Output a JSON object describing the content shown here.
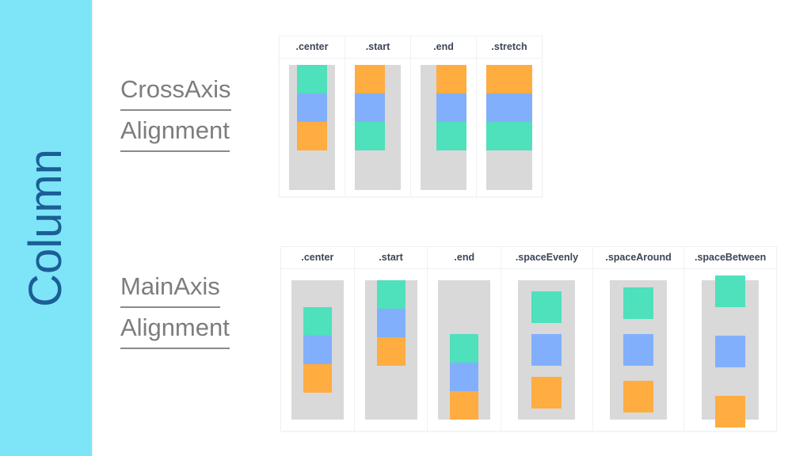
{
  "sidebar": {
    "label": "Column",
    "bg_color": "#7DE5F7",
    "text_color": "#1B5E96"
  },
  "sections": [
    {
      "id": "crossaxis",
      "title_line1": "CrossAxis",
      "title_line2": "Alignment"
    },
    {
      "id": "mainaxis",
      "title_line1": "MainAxis",
      "title_line2": "Alignment"
    }
  ],
  "palette": {
    "teal": "#4FE0BC",
    "blue": "#82AFFB",
    "orange": "#FFAC41",
    "stage_grey": "#D9D9D9",
    "border": "#EEF1F5",
    "header_text": "#3B4656",
    "title_text": "#7D7D7D"
  },
  "crossaxis_table": {
    "headers": [
      ".center",
      ".start",
      ".end",
      ".stretch"
    ],
    "cells": [
      {
        "mode": ".center",
        "align": "center",
        "blocks": [
          "teal",
          "blue",
          "orange"
        ]
      },
      {
        "mode": ".start",
        "align": "start",
        "blocks": [
          "orange",
          "blue",
          "teal"
        ]
      },
      {
        "mode": ".end",
        "align": "end",
        "blocks": [
          "orange",
          "blue",
          "teal"
        ]
      },
      {
        "mode": ".stretch",
        "align": "stretch",
        "blocks": [
          "orange",
          "blue",
          "teal"
        ]
      }
    ]
  },
  "mainaxis_table": {
    "headers": [
      ".center",
      ".start",
      ".end",
      ".spaceEvenly",
      ".spaceAround",
      ".spaceBetween"
    ],
    "cells": [
      {
        "mode": ".center",
        "justify": "center",
        "blocks": [
          "teal",
          "blue",
          "orange"
        ]
      },
      {
        "mode": ".start",
        "justify": "start",
        "blocks": [
          "teal",
          "blue",
          "orange"
        ]
      },
      {
        "mode": ".end",
        "justify": "end",
        "blocks": [
          "teal",
          "blue",
          "orange"
        ]
      },
      {
        "mode": ".spaceEvenly",
        "justify": "spaceevenly",
        "blocks": [
          "teal",
          "blue",
          "orange"
        ]
      },
      {
        "mode": ".spaceAround",
        "justify": "spacearound",
        "blocks": [
          "teal",
          "blue",
          "orange"
        ]
      },
      {
        "mode": ".spaceBetween",
        "justify": "spacebetween",
        "blocks": [
          "teal",
          "blue",
          "orange"
        ]
      }
    ]
  }
}
